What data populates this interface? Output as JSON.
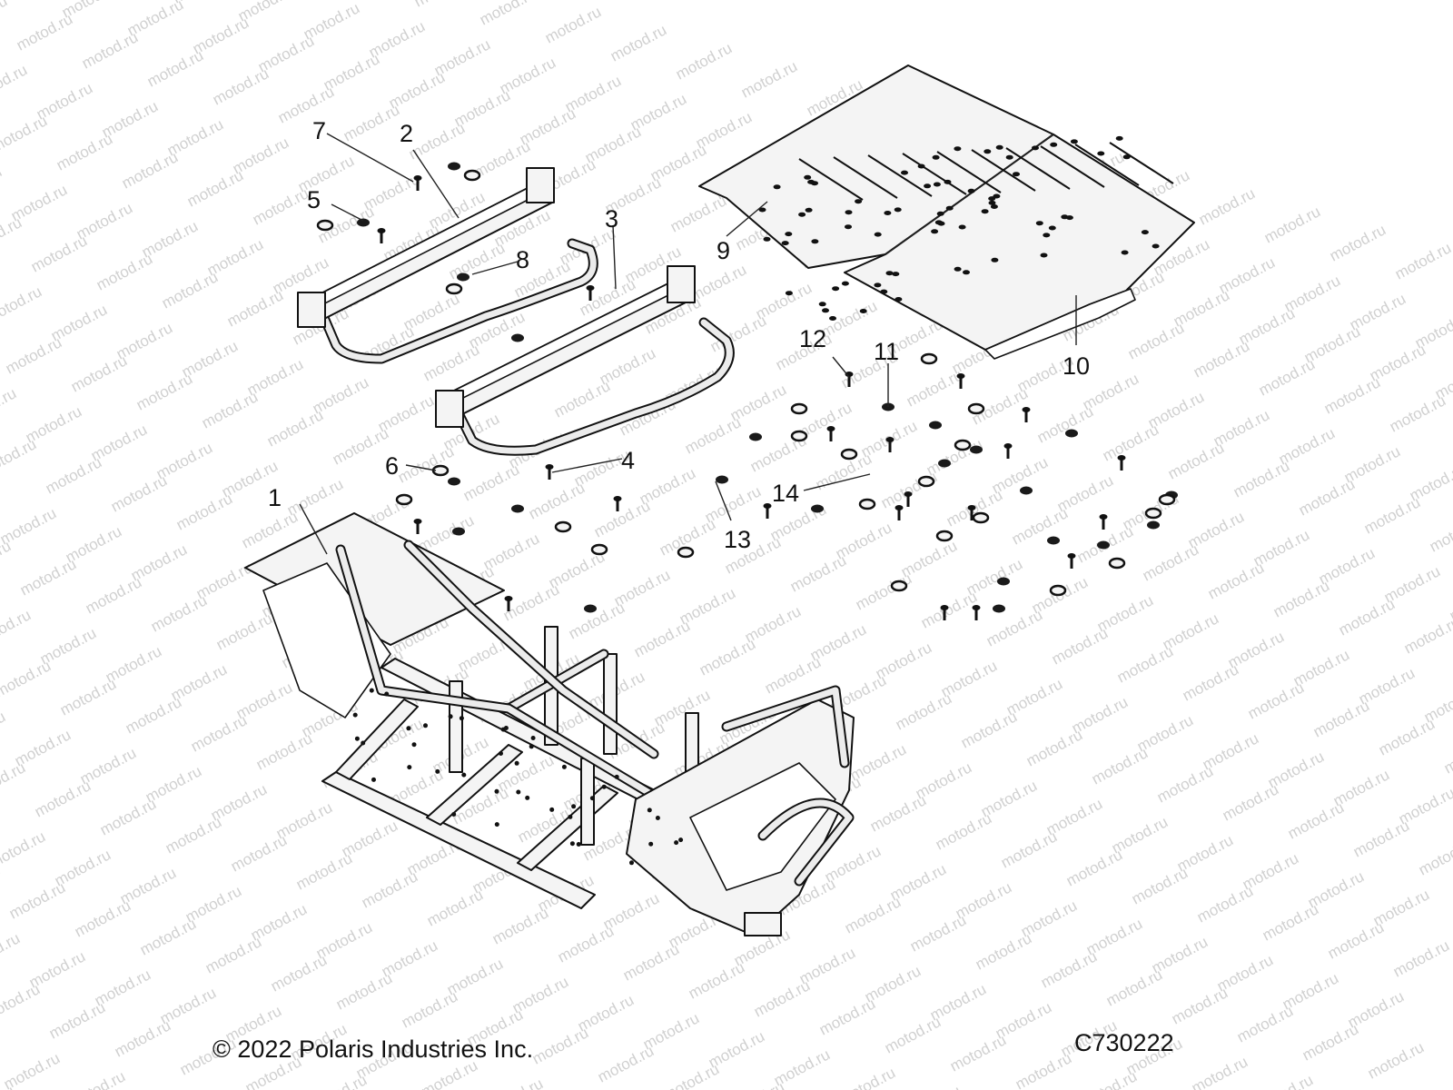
{
  "watermark_text": "motod.ru",
  "callouts": [
    {
      "id": "1",
      "text": "1"
    },
    {
      "id": "2",
      "text": "2"
    },
    {
      "id": "3",
      "text": "3"
    },
    {
      "id": "4",
      "text": "4"
    },
    {
      "id": "5",
      "text": "5"
    },
    {
      "id": "6",
      "text": "6"
    },
    {
      "id": "7",
      "text": "7"
    },
    {
      "id": "8",
      "text": "8"
    },
    {
      "id": "9",
      "text": "9"
    },
    {
      "id": "10",
      "text": "10"
    },
    {
      "id": "11",
      "text": "11"
    },
    {
      "id": "12",
      "text": "12"
    },
    {
      "id": "13",
      "text": "13"
    },
    {
      "id": "14",
      "text": "14"
    }
  ],
  "footer": {
    "copyright": "© 2022 Polaris Industries Inc.",
    "code": "C730222"
  },
  "colors": {
    "line": "#111111",
    "fill": "#f4f4f4",
    "watermark": "#d0d0d0"
  }
}
